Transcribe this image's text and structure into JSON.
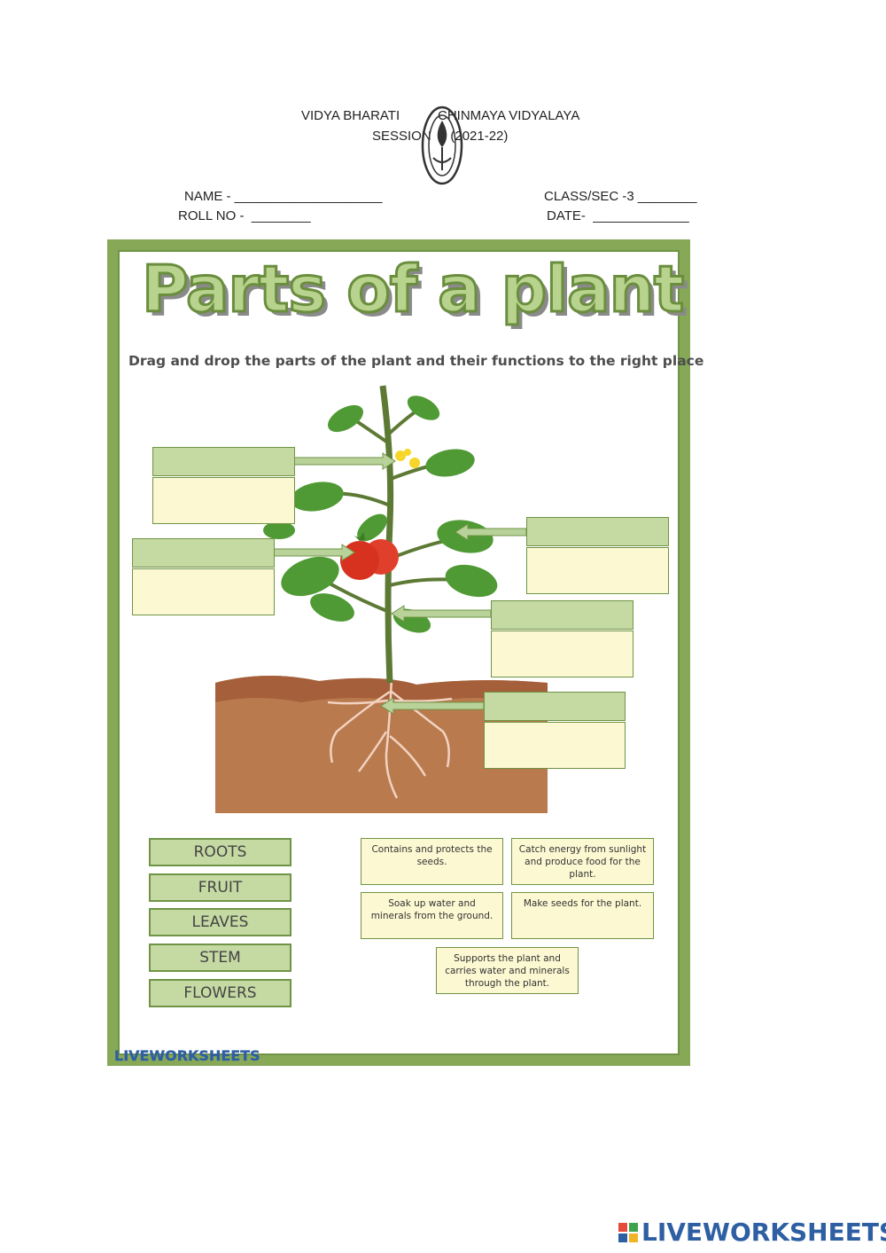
{
  "header": {
    "school_left": "VIDYA BHARATI",
    "school_right": "CHINMAYA VIDYALAYA",
    "session": "SESSION  -  (2021-22)",
    "name_field": "NAME - ____________________",
    "class_field": "CLASS/SEC -3 ________",
    "roll_field": "ROLL NO -  ________",
    "date_field": "DATE-  _____________"
  },
  "worksheet": {
    "title": "Parts of a plant",
    "instruction": "Drag and drop the parts of the plant and their functions to the right place",
    "word_bank": [
      "ROOTS",
      "FRUIT",
      "LEAVES",
      "STEM",
      "FLOWERS"
    ],
    "function_cards": [
      "Contains and protects the seeds.",
      "Catch energy from sunlight and produce food for the plant.",
      "Soak up water and minerals from the ground.",
      "Make seeds for the plant.",
      "Supports the plant and carries water and minerals through the plant."
    ],
    "footer_brand": "LIVEWORKSHEETS"
  },
  "page_brand": "LIVEWORKSHEETS",
  "colors": {
    "frame": "#86a857",
    "label_box": "#c5d9a3",
    "function_box": "#fcf8d2",
    "brand_blue": "#2e5fa3"
  }
}
